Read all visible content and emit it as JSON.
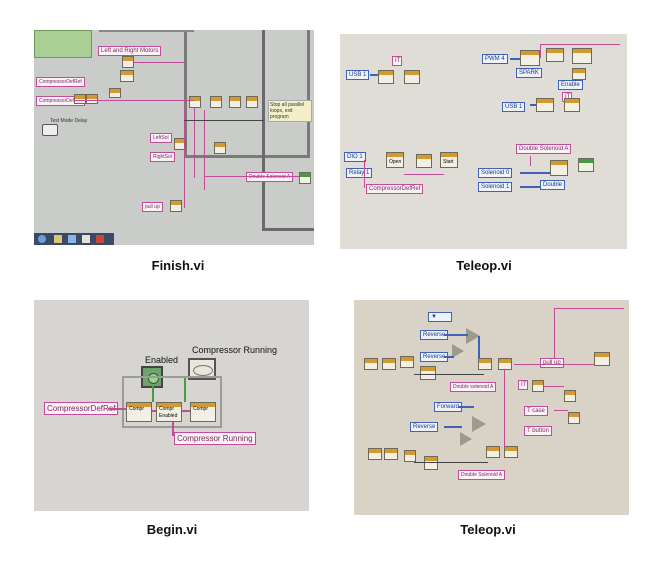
{
  "panels": [
    {
      "caption": "Finish.vi"
    },
    {
      "caption": "Teleop.vi"
    },
    {
      "caption": "Begin.vi"
    },
    {
      "caption": "Teleop.vi"
    }
  ],
  "begin": {
    "enabled_label": "Enabled",
    "running_label": "Compressor Running",
    "defref_label": "CompressorDefRef",
    "running_indicator": "Compressor Running",
    "block1": "Compr",
    "block2": "Compr",
    "block2_sub": "Enabled",
    "block3": "Compr"
  },
  "teleop1": {
    "usb1_a": "USB 1",
    "usb1_b": "USB 1",
    "pwm4": "PWM 4",
    "spark": "SPARK",
    "enable": "Enable",
    "dio1": "DIO 1",
    "relay1": "Relay 1",
    "compressor_defref": "CompressorDefRef",
    "double_solenoid_a": "Double Solenoid A",
    "solenoid0": "Solenoid 0",
    "solenoid1": "Solenoid 1",
    "double": "Double",
    "open": "Open",
    "start": "Start"
  },
  "teleop2": {
    "reverse_a": "Reverse",
    "reverse_b": "Reverse",
    "forward": "Forward",
    "reverse_c": "Reverse",
    "double_solenoid_a": "Double solenoid A",
    "double_solenoid_b": "Double Solenoid A",
    "pull_up": "pull up",
    "t_case": "T case",
    "t_button": "T button"
  },
  "finish": {
    "left_right_motors": "Left and Right Motors",
    "compressor_defref": "CompressorDefRef",
    "compressor_defref2": "CompressorDefRef",
    "test_mode_delay": "Test Mode Delay",
    "stop_note": "Stop all parallel loops, exit program",
    "double_solenoid": "Double Solenoid A",
    "pull_up": "pull up",
    "left_sol": "LeftSol",
    "right_sol": "RightSol"
  }
}
